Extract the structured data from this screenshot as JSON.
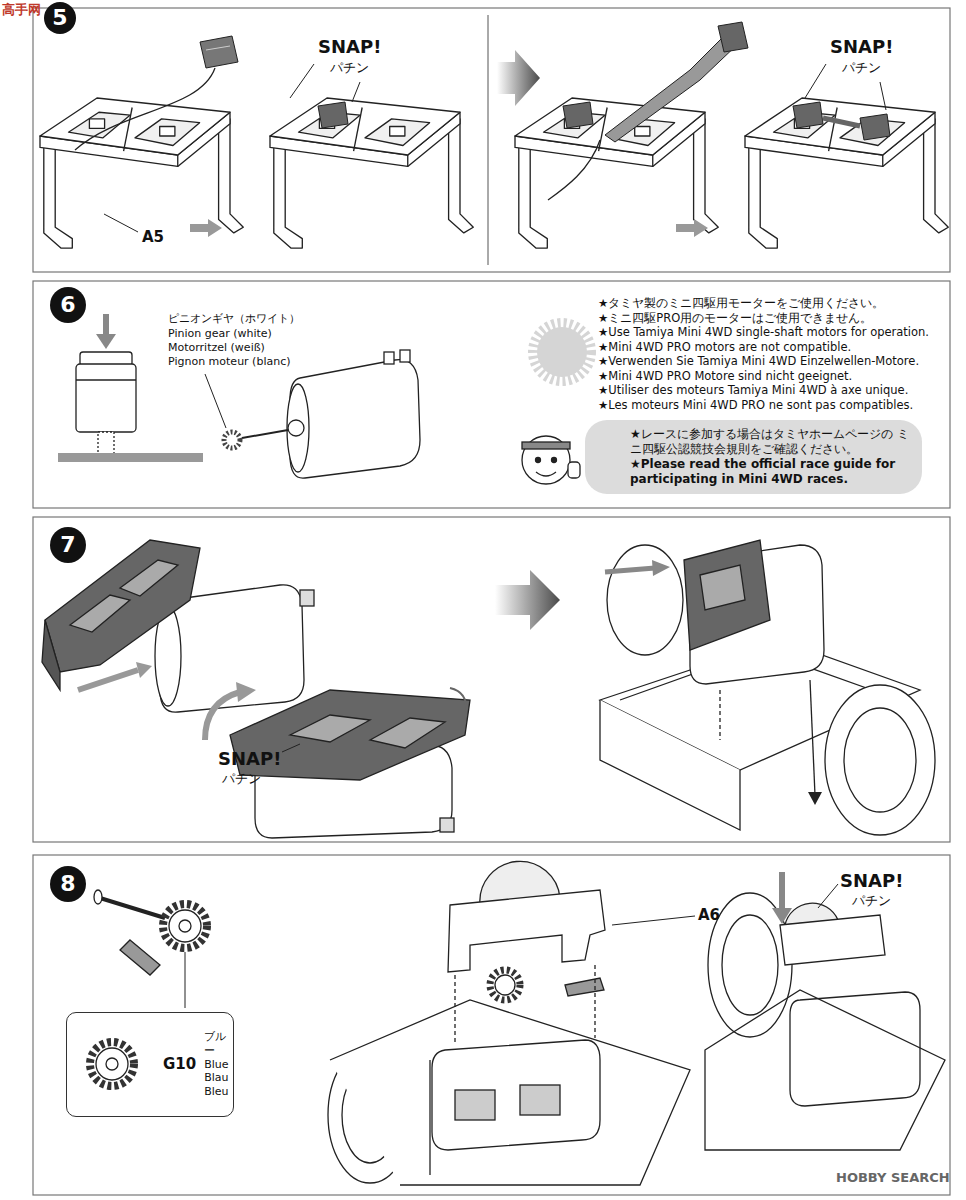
{
  "diagram": {
    "nodes": [
      {
        "text": [
          "5"
        ]
      },
      {
        "text": [
          "6"
        ]
      },
      {
        "text": [
          "7"
        ]
      },
      {
        "text": [
          "8"
        ]
      },
      {
        "text": [
          "★レースに参加する場合はタミヤホームページの ミニ四駆公認競技会規則をご確認ください。",
          "★Please read the official race guide for participating in Mini 4WD races."
        ]
      },
      {
        "text": [
          "G10",
          "ブルー Blue Blau Bleu"
        ]
      }
    ],
    "labels": [
      "高手网",
      "SNAP!",
      "パチン",
      "A5",
      "SNAP!",
      "パチン",
      "ピニオンギヤ（ホワイト）",
      "Pinion gear (white)",
      "Motorritzel (weiß)",
      "Pignon moteur (blanc)",
      "★タミヤ製のミニ四駆用モーターをご使用ください。",
      "★ミニ四駆PRO用のモーターはご使用できません。",
      "★Use Tamiya Mini 4WD single-shaft motors for operation.",
      "★Mini 4WD PRO motors are not compatible.",
      "★Verwenden Sie Tamiya Mini 4WD Einzelwellen-Motore.",
      "★Mini 4WD PRO Motore sind nicht geeignet.",
      "★Utiliser des moteurs Tamiya Mini 4WD à axe unique.",
      "★Les moteurs Mini 4WD PRO ne sont pas compatibles.",
      "SNAP!",
      "パチン",
      "A6",
      "SNAP!",
      "パチン",
      "HOBBY SEARCH"
    ]
  }
}
